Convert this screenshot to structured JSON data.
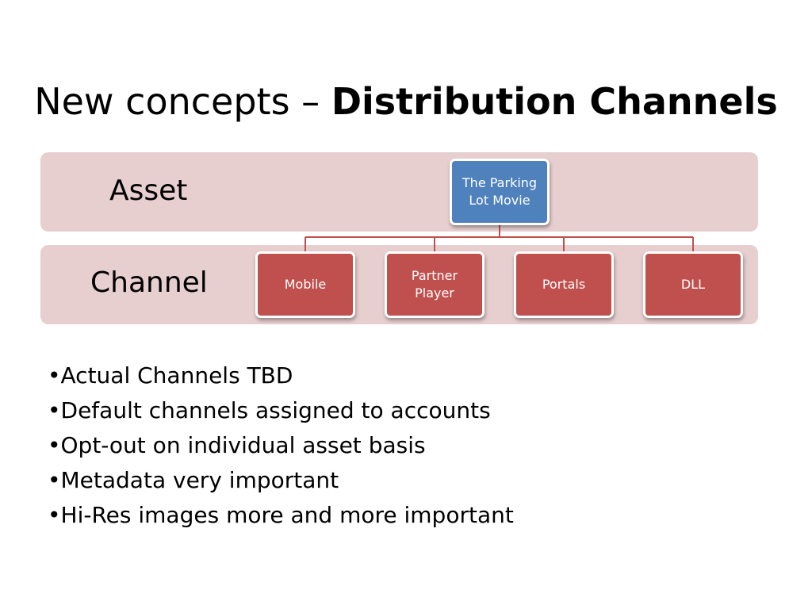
{
  "title": {
    "normal": "New concepts – ",
    "bold": "Distribution Channels"
  },
  "diagram": {
    "type": "hierarchy",
    "levels": [
      {
        "label": "Asset"
      },
      {
        "label": "Channel"
      }
    ],
    "root": {
      "label": "The Parking Lot Movie"
    },
    "children": [
      {
        "label": "Mobile"
      },
      {
        "label": "Partner Player"
      },
      {
        "label": "Portals"
      },
      {
        "label": "DLL"
      }
    ]
  },
  "bullets": [
    "Actual Channels TBD",
    "Default channels assigned to accounts",
    "Opt-out on individual asset basis",
    "Metadata very important",
    "Hi-Res images more and more important"
  ],
  "colors": {
    "band_fill": "#e7cfd0",
    "root_fill": "#4f81bd",
    "child_fill": "#c0504d",
    "connector": "#c0504d"
  }
}
